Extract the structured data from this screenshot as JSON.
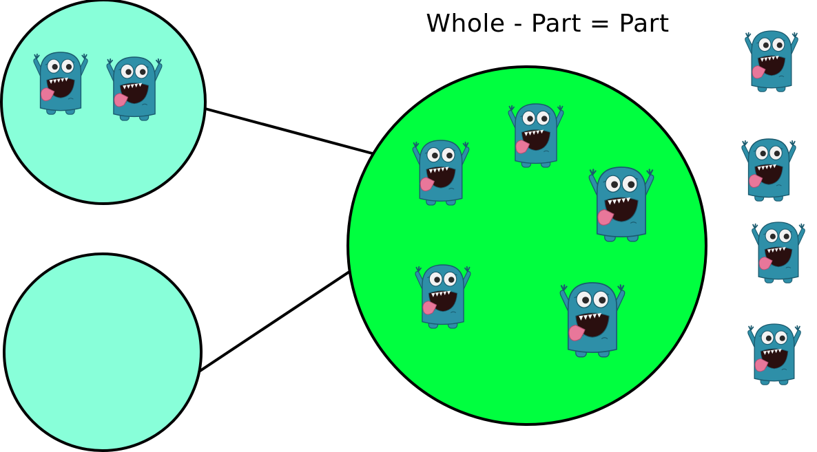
{
  "title": "Whole - Part = Part",
  "colors": {
    "part_circle_fill": "#88FFD9",
    "whole_circle_fill": "#00FF3F",
    "outline": "#000000",
    "monster_body": "#2E8FA8",
    "monster_dark": "#1A5A6E",
    "monster_mouth": "#2A0F0F",
    "monster_tongue": "#E8779A",
    "eye_white": "#F2F2F2",
    "pupil": "#2A2A2A"
  },
  "icons": {
    "monster": "monster-icon"
  },
  "diagram": {
    "top_part_count": 2,
    "bottom_part_count": 0,
    "whole_count": 5,
    "side_count": 4
  }
}
